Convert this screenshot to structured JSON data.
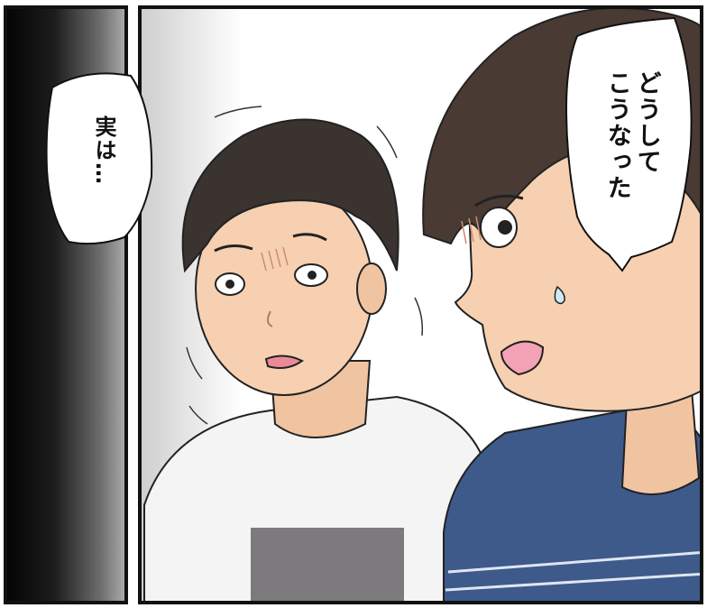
{
  "speech": {
    "left_bubble": "実は…",
    "right_bubble_line1": "どうして",
    "right_bubble_line2": "こうなった"
  },
  "colors": {
    "hair": "#3a3330",
    "skin": "#f6d0b0",
    "blue_shirt": "#3d5a8a",
    "white_shirt": "#f4f4f4",
    "mouth": "#e98a98",
    "sweat": "#cfeaf5"
  }
}
